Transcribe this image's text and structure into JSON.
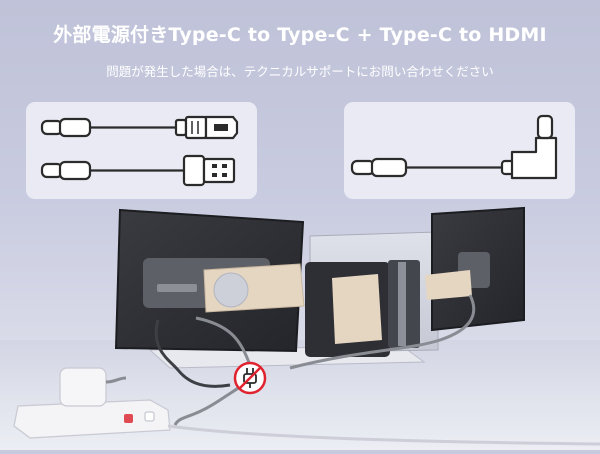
{
  "header": {
    "title": "外部電源付きType-C to Type-C + Type-C to HDMI",
    "subtitle": "問題が発生した場合は、テクニカルサポートにお問い合わせください"
  },
  "cables": {
    "left_card": [
      "type-c-to-hdmi-cable",
      "type-c-to-usb-a-cable"
    ],
    "right_card": [
      "type-c-to-type-c-right-angle-cable"
    ]
  },
  "icons": {
    "no_power": "crossed-plug-icon"
  },
  "colors": {
    "background": "#c7cade",
    "card": "#e9eaf3",
    "cable": "#2b2b2b",
    "no_power_red": "#e0242f"
  }
}
